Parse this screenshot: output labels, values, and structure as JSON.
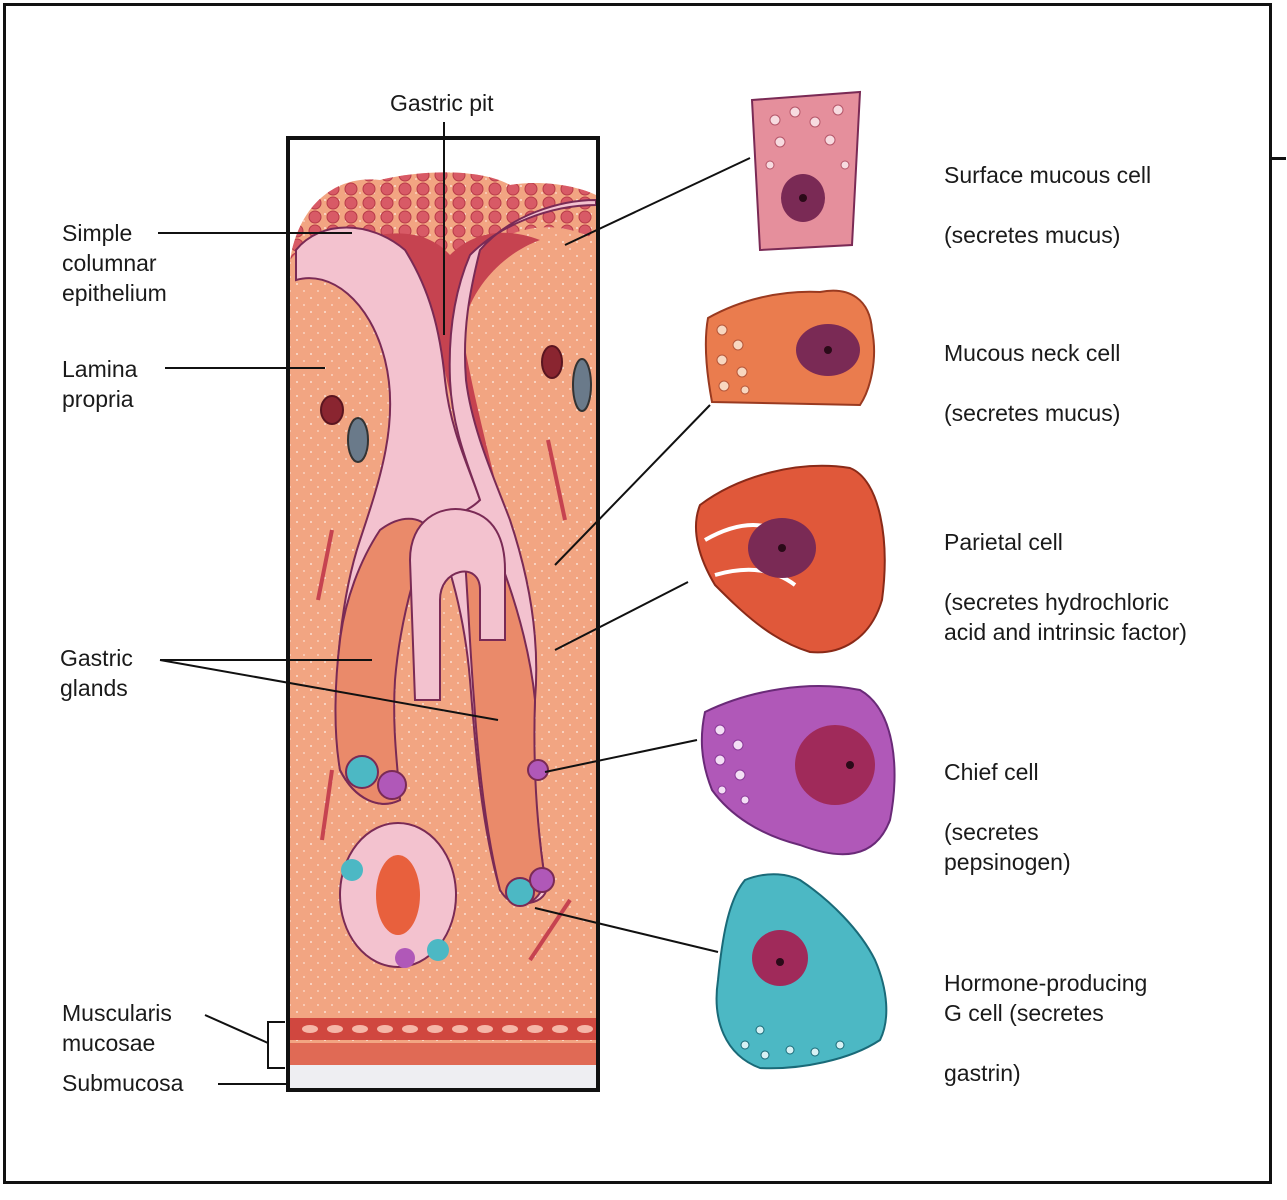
{
  "labels": {
    "gastric_pit": "Gastric pit",
    "simple_columnar": "Simple\ncolumnar\nepithelium",
    "lamina_propria": "Lamina\npropria",
    "gastric_glands": "Gastric\nglands",
    "muscularis_mucosae": "Muscularis\nmucosae",
    "submucosa": "Submucosa"
  },
  "cells": [
    {
      "name": "Surface mucous cell",
      "function": "(secretes mucus)",
      "color": "#e58f9c"
    },
    {
      "name": "Mucous neck cell",
      "function": "(secretes mucus)",
      "color": "#ea7c4e"
    },
    {
      "name": "Parietal cell",
      "function": "(secretes hydrochloric\nacid and intrinsic factor)",
      "color": "#e0583a"
    },
    {
      "name": "Chief cell",
      "function": "(secretes\npepsinogen)",
      "color": "#b058b8"
    },
    {
      "name": "Hormone-producing\nG cell (secretes",
      "function": "gastrin)",
      "color": "#4cb8c4"
    }
  ],
  "colors": {
    "tissue": "#f2a582",
    "epithelium": "#f3c2cf",
    "pit": "#c64350",
    "nucleus": "#7a2a55",
    "muscle": "#d0473f"
  }
}
